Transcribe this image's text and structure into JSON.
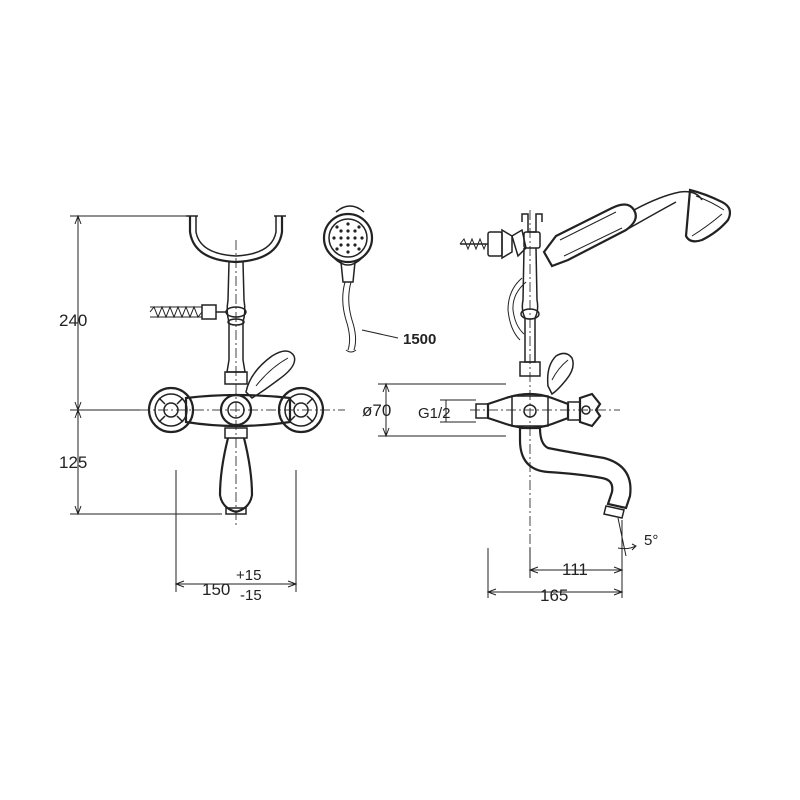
{
  "dimensions": {
    "height_upper": "240",
    "height_lower": "125",
    "center_distance": "150",
    "tolerance_plus": "+15",
    "tolerance_minus": "-15",
    "escutcheon_diameter": "ø70",
    "thread": "G1/2",
    "spout_reach": "111",
    "total_depth": "165",
    "spout_angle": "5°"
  },
  "callouts": {
    "hose_length": "1500"
  },
  "colors": {
    "line": "#222222",
    "background": "#ffffff"
  }
}
